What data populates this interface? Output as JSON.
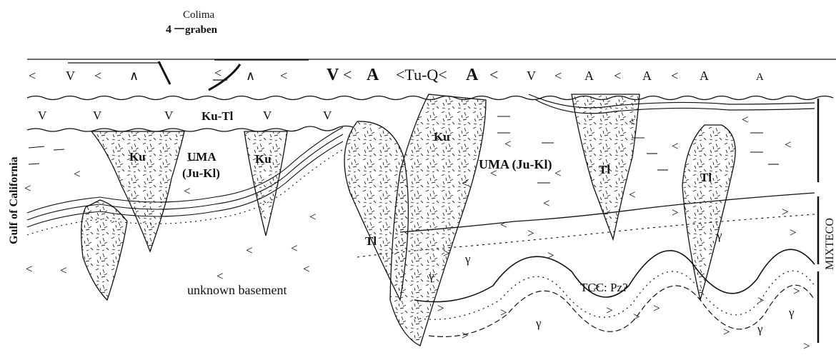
{
  "header": {
    "section_number": "4",
    "label_line1": "Colima",
    "label_line2": "graben"
  },
  "edge_labels": {
    "left": "Gulf of California",
    "right": "MIXTECO"
  },
  "units": {
    "tu_q": "<Tu-Q<",
    "ku_tl": "Ku-Tl",
    "ku_1": "Ku",
    "ku_2": "Ku",
    "ku_3": "Ku",
    "uma_left_1": "UMA",
    "uma_left_2": "(Ju-Kl)",
    "uma_right": "UMA (Ju-Kl)",
    "tl_1": "Tl",
    "tl_2": "Tl",
    "tl_3": "Tl",
    "tcc": "TCC: Pz?",
    "basement": "unknown basement"
  },
  "colors": {
    "ink": "#111111",
    "background": "#ffffff"
  }
}
